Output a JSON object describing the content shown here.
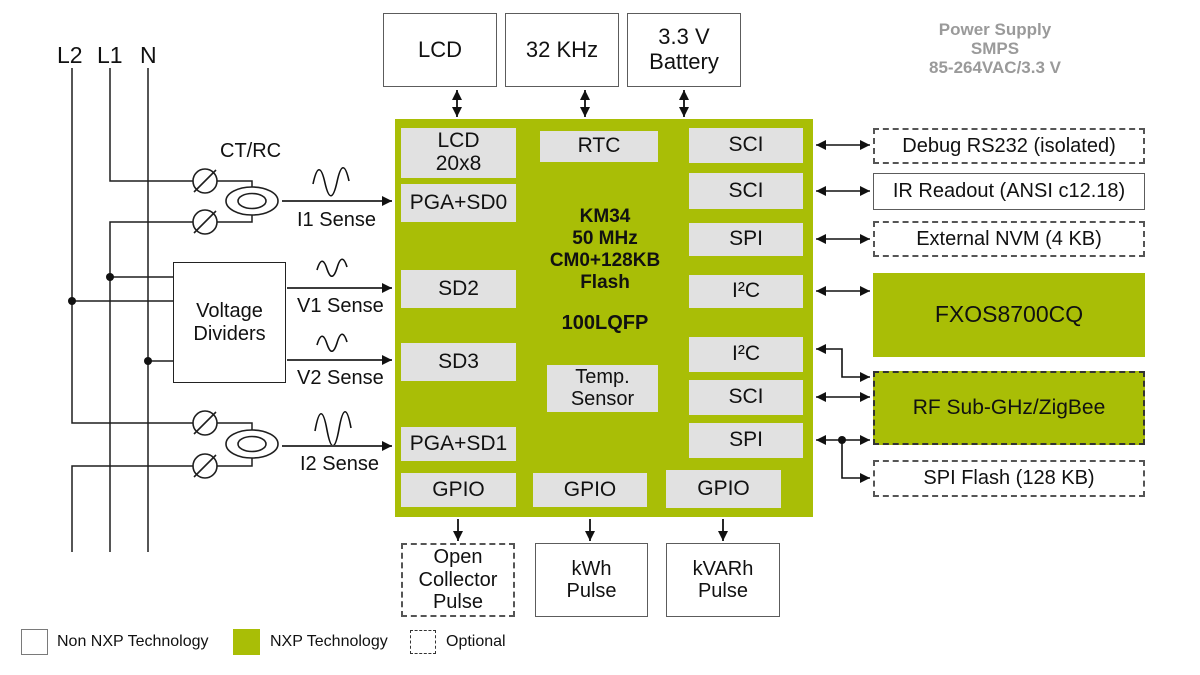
{
  "colors": {
    "nxp_green": "#A9BE06",
    "port_gray": "#E1E1E1",
    "note_gray": "#9A9A9A",
    "line_dark": "#1F1F1F"
  },
  "mains": {
    "l2": "L2",
    "l1": "L1",
    "n": "N"
  },
  "front_end": {
    "ct_label": "CT/RC",
    "voltage_dividers": "Voltage\nDividers",
    "i1_sense": "I1 Sense",
    "v1_sense": "V1 Sense",
    "v2_sense": "V2 Sense",
    "i2_sense": "I2 Sense"
  },
  "top_peripherals": {
    "lcd": "LCD",
    "osc": "32 KHz",
    "battery": "3.3 V\nBattery"
  },
  "power_supply_note": "Power Supply\nSMPS\n85-264VAC/3.3 V",
  "soc": {
    "core": "KM34\n50 MHz\nCM0+128KB\nFlash",
    "package": "100LQFP",
    "lcd_controller": "LCD\n20x8",
    "pga_sd0": "PGA+SD0",
    "sd2": "SD2",
    "sd3": "SD3",
    "pga_sd1": "PGA+SD1",
    "gpio_left": "GPIO",
    "rtc": "RTC",
    "temp_sensor": "Temp.\nSensor",
    "gpio_mid": "GPIO",
    "sci_1": "SCI",
    "sci_2": "SCI",
    "spi_1": "SPI",
    "i2c_1": "I²C",
    "i2c_2": "I²C",
    "sci_3": "SCI",
    "spi_2": "SPI",
    "gpio_right": "GPIO"
  },
  "right_peripherals": {
    "debug": "Debug RS232 (isolated)",
    "ir": "IR Readout (ANSI c12.18)",
    "nvm": "External NVM (4 KB)",
    "fxos": "FXOS8700CQ",
    "rf": "RF Sub-GHz/ZigBee",
    "spi_flash": "SPI Flash (128 KB)"
  },
  "bottom_peripherals": {
    "open_collector": "Open\nCollector\nPulse",
    "kwh": "kWh\nPulse",
    "kvarh": "kVARh\nPulse"
  },
  "legend": {
    "non_nxp": "Non NXP Technology",
    "nxp": "NXP Technology",
    "optional": "Optional"
  }
}
